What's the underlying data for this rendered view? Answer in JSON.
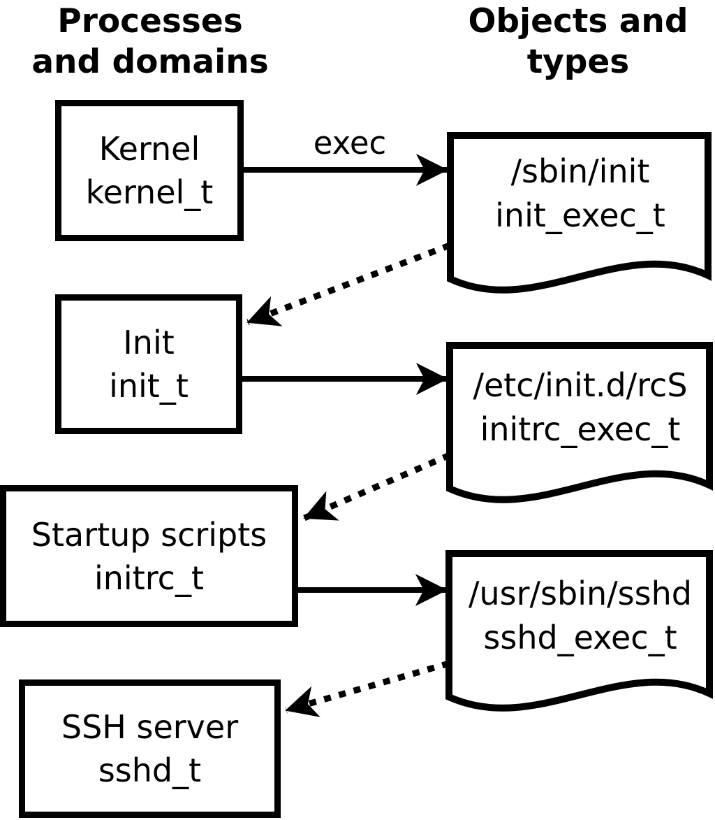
{
  "title_columns": {
    "left": {
      "line1": "Processes",
      "line2": "and domains"
    },
    "right": {
      "line1": "Objects and",
      "line2": "types"
    }
  },
  "arrow_label": "exec",
  "processes": [
    {
      "name": "Kernel",
      "domain": "kernel_t"
    },
    {
      "name": "Init",
      "domain": "init_t"
    },
    {
      "name": "Startup scripts",
      "domain": "initrc_t"
    },
    {
      "name": "SSH server",
      "domain": "sshd_t"
    }
  ],
  "objects": [
    {
      "path": "/sbin/init",
      "type": "init_exec_t"
    },
    {
      "path": "/etc/init.d/rcS",
      "type": "initrc_exec_t"
    },
    {
      "path": "/usr/sbin/sshd",
      "type": "sshd_exec_t"
    }
  ],
  "colors": {
    "ink": "#000000",
    "background": "#ffffff"
  }
}
